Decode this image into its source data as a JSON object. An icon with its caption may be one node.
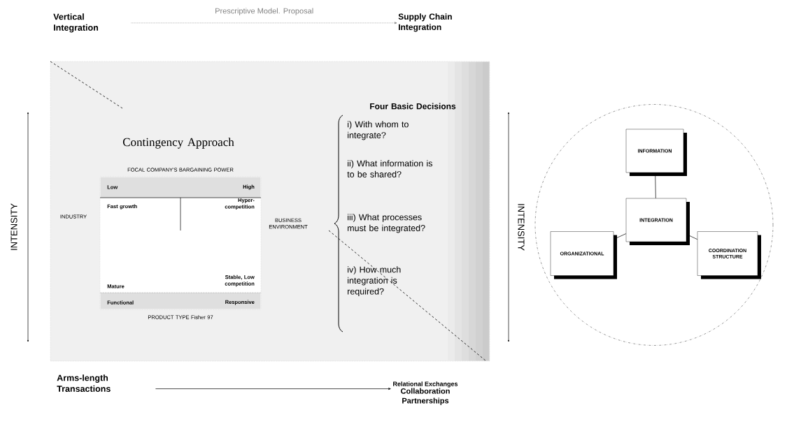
{
  "diagram": {
    "nodes": [
      {
        "text": [
          "Vertical Integration"
        ]
      },
      {
        "text": [
          "Supply Chain Integration"
        ]
      },
      {
        "text": [
          "Contingency Approach",
          "FOCAL COMPANY'S BARGAINING POWER",
          "INDUSTRY",
          "PRODUCT TYPE Fisher 97",
          "BUSINESS ENVIRONMENT",
          "Four Basic Decisions",
          "i) With whom to integrate?",
          "ii) What information is to be shared?",
          "iii) What processes must be integrated?",
          "iv) How much integration is required?"
        ]
      },
      {
        "text": [
          "Low",
          "High",
          "Fast growth",
          "Hyper-competition",
          "Mature",
          "Stable, Low competition",
          "Functional",
          "Responsive"
        ],
        "in": 2
      },
      {
        "text": [],
        "shape": "circle"
      },
      {
        "text": [
          "INFORMATION"
        ],
        "in": 4
      },
      {
        "text": [
          "INTEGRATION"
        ],
        "in": 4
      },
      {
        "text": [
          "ORGANIZATIONAL"
        ],
        "in": 4
      },
      {
        "text": [
          "COORDINATION STRUCTURE"
        ],
        "in": 4
      },
      {
        "text": [
          "Arms-length Transactions"
        ]
      },
      {
        "text": [
          "Relational Exchanges",
          "Collaboration Partnerships"
        ]
      }
    ],
    "edges": [
      {
        "from": 0,
        "to": 1,
        "arrow": "to",
        "label": "Prescriptive Model. Proposal",
        "style": "dashed",
        "color": "#808080"
      },
      {
        "from": 5,
        "to": 6,
        "arrow": "none"
      },
      {
        "from": 6,
        "to": 7,
        "arrow": "none"
      },
      {
        "from": 6,
        "to": 8,
        "arrow": "none"
      },
      {
        "from": 9,
        "to": 10,
        "arrow": "to"
      }
    ],
    "labels": [
      "INTENSITY",
      "INTENSITY"
    ]
  }
}
